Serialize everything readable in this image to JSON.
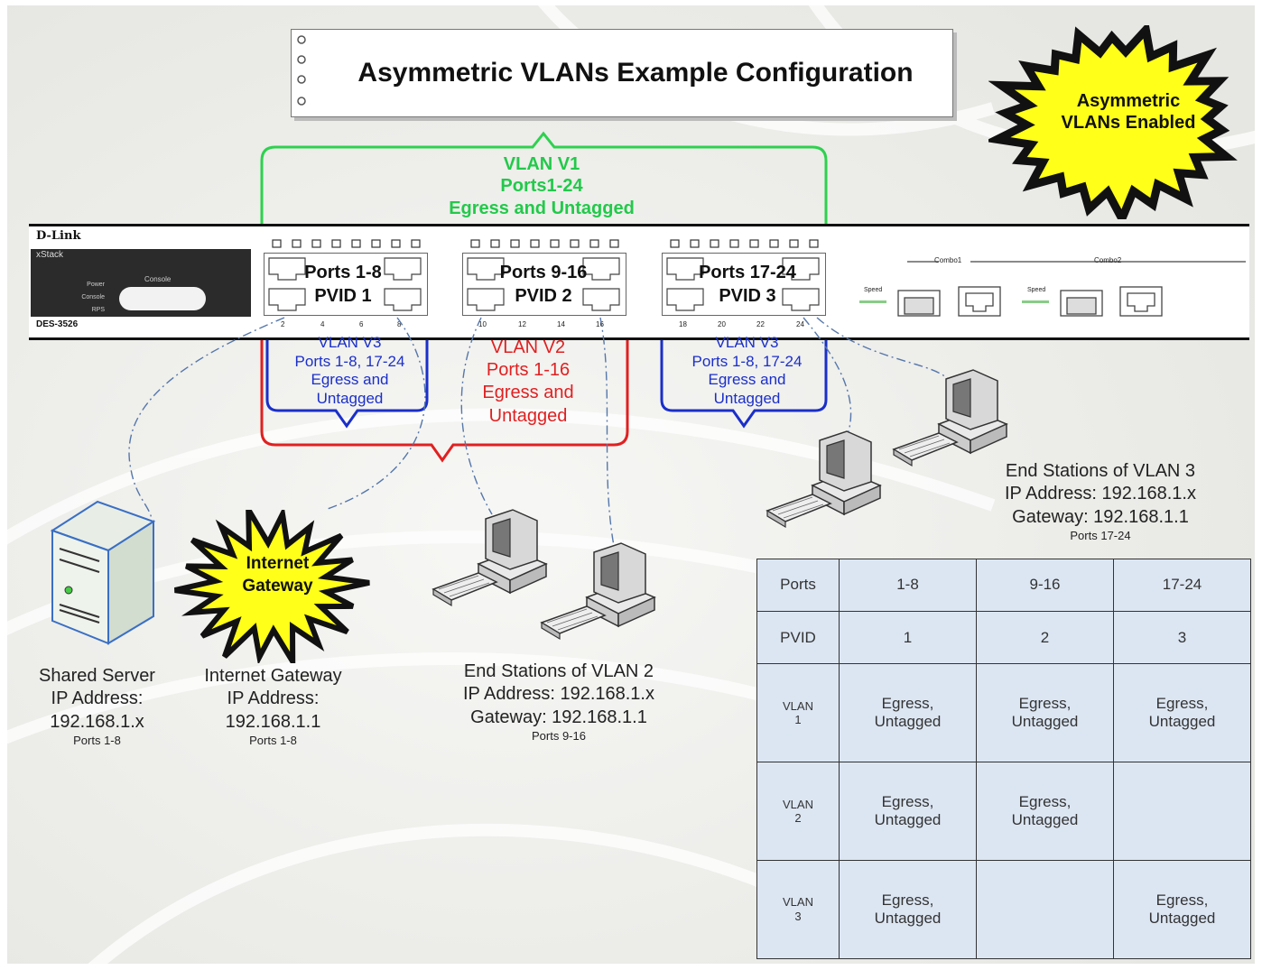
{
  "title": "Asymmetric VLANs Example Configuration",
  "starburst_badge": "Asymmetric VLANs Enabled",
  "switch": {
    "brand": "D-Link",
    "series": "xStack",
    "model": "DES-3526",
    "led_labels": [
      "Power",
      "Console",
      "RPS"
    ],
    "console_label": "Console",
    "combo1": "Combo1",
    "combo2": "Combo2",
    "speed": "Speed",
    "port_numbers": [
      "2",
      "4",
      "6",
      "8",
      "10",
      "12",
      "14",
      "16",
      "18",
      "20",
      "22",
      "24"
    ]
  },
  "port_groups": [
    {
      "ports": "Ports 1-8",
      "pvid": "PVID 1"
    },
    {
      "ports": "Ports 9-16",
      "pvid": "PVID 2"
    },
    {
      "ports": "Ports 17-24",
      "pvid": "PVID 3"
    }
  ],
  "vlans": {
    "v1": {
      "line1": "VLAN V1",
      "line2": "Ports1-24",
      "line3": "Egress and Untagged",
      "color": "#22c94a"
    },
    "v2": {
      "line1": "VLAN V2",
      "line2": "Ports 1-16",
      "line3": "Egress and",
      "line4": "Untagged",
      "color": "#e02020"
    },
    "v3": {
      "line1": "VLAN V3",
      "line2": "Ports 1-8, 17-24",
      "line3": "Egress and",
      "line4": "Untagged",
      "color": "#1a2fc9"
    }
  },
  "devices": {
    "server": {
      "name": "Shared Server",
      "ip_label": "IP Address:",
      "ip": "192.168.1.x",
      "ports": "Ports 1-8"
    },
    "gateway": {
      "burst": "Internet Gateway",
      "name": "Internet Gateway",
      "ip_label": "IP Address:",
      "ip": "192.168.1.1",
      "ports": "Ports 1-8"
    },
    "vlan2_stations": {
      "name": "End Stations of VLAN 2",
      "ip": "IP Address: 192.168.1.x",
      "gateway": "Gateway: 192.168.1.1",
      "ports": "Ports 9-16"
    },
    "vlan3_stations": {
      "name": "End Stations of VLAN 3",
      "ip": "IP Address: 192.168.1.x",
      "gateway": "Gateway: 192.168.1.1",
      "ports": "Ports 17-24"
    }
  },
  "table": {
    "header": [
      "Ports",
      "1-8",
      "9-16",
      "17-24"
    ],
    "rows": [
      {
        "label": "PVID",
        "cells": [
          "1",
          "2",
          "3"
        ]
      },
      {
        "label": "VLAN\n1",
        "cells": [
          "Egress,\nUntagged",
          "Egress,\nUntagged",
          "Egress,\nUntagged"
        ]
      },
      {
        "label": "VLAN\n2",
        "cells": [
          "Egress,\nUntagged",
          "Egress,\nUntagged",
          ""
        ]
      },
      {
        "label": "VLAN\n3",
        "cells": [
          "Egress,\nUntagged",
          "",
          "Egress,\nUntagged"
        ]
      }
    ]
  }
}
